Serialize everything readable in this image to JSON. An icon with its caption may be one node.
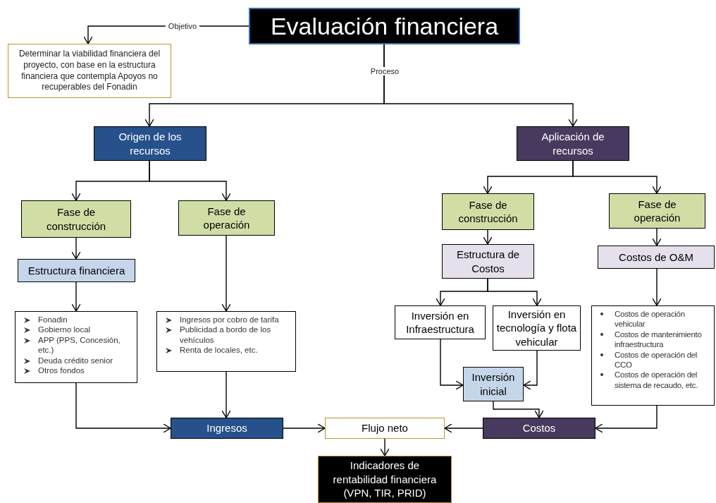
{
  "diagram": {
    "nodes": [
      {
        "text": [
          "Evaluación financiera"
        ]
      },
      {
        "text": [
          "Determinar la viabilidad financiera del proyecto, con base en la estructura financiera que contempla Apoyos no recuperables del Fonadin"
        ]
      },
      {
        "text": [
          "Origen de los recursos"
        ]
      },
      {
        "text": [
          "Aplicación de recursos"
        ]
      },
      {
        "text": [
          "Fase de construcción"
        ]
      },
      {
        "text": [
          "Fase de operación"
        ]
      },
      {
        "text": [
          "Estructura financiera"
        ]
      },
      {
        "text": [
          "Fonadin",
          "Gobierno local",
          "APP (PPS, Concesión, etc.)",
          "Deuda crédito senior",
          "Otros fondos"
        ]
      },
      {
        "text": [
          "Ingresos por cobro de tarifa",
          "Publicidad a bordo de los vehículos",
          "Renta de locales, etc."
        ]
      },
      {
        "text": [
          "Fase de construcción"
        ]
      },
      {
        "text": [
          "Fase de operación"
        ]
      },
      {
        "text": [
          "Estructura de Costos"
        ]
      },
      {
        "text": [
          "Costos de O&M"
        ]
      },
      {
        "text": [
          "Inversión en Infraestructura"
        ]
      },
      {
        "text": [
          "Inversión en tecnología y flota vehicular"
        ]
      },
      {
        "text": [
          "Inversión inicial"
        ]
      },
      {
        "text": [
          "Costos de operación vehicular",
          "Costos de mantenimiento infraestructura",
          "Costos de operación del CCO",
          "Costos de operación del sistema de recaudo, etc."
        ]
      },
      {
        "text": [
          "Ingresos"
        ]
      },
      {
        "text": [
          "Flujo neto"
        ]
      },
      {
        "text": [
          "Costos"
        ]
      },
      {
        "text": [
          "Indicadores de rentabilidad financiera (VPN, TIR, PRID)"
        ]
      }
    ],
    "edges": [
      {
        "from": 0,
        "to": 1,
        "arrow": "to",
        "label": "Objetivo"
      },
      {
        "from": 0,
        "to": 2,
        "arrow": "to",
        "label": "Proceso"
      },
      {
        "from": 0,
        "to": 3,
        "arrow": "to"
      },
      {
        "from": 2,
        "to": 4,
        "arrow": "to"
      },
      {
        "from": 2,
        "to": 5,
        "arrow": "to"
      },
      {
        "from": 3,
        "to": 9,
        "arrow": "to"
      },
      {
        "from": 3,
        "to": 10,
        "arrow": "to"
      },
      {
        "from": 4,
        "to": 6,
        "arrow": "to"
      },
      {
        "from": 6,
        "to": 7,
        "arrow": "to"
      },
      {
        "from": 5,
        "to": 8,
        "arrow": "to"
      },
      {
        "from": 9,
        "to": 11,
        "arrow": "to"
      },
      {
        "from": 11,
        "to": 13,
        "arrow": "to"
      },
      {
        "from": 11,
        "to": 14,
        "arrow": "to"
      },
      {
        "from": 13,
        "to": 15,
        "arrow": "to"
      },
      {
        "from": 14,
        "to": 15,
        "arrow": "to"
      },
      {
        "from": 10,
        "to": 12,
        "arrow": "to"
      },
      {
        "from": 12,
        "to": 16,
        "arrow": "to"
      },
      {
        "from": 7,
        "to": 17,
        "arrow": "to"
      },
      {
        "from": 8,
        "to": 17,
        "arrow": "to"
      },
      {
        "from": 17,
        "to": 18,
        "arrow": "to"
      },
      {
        "from": 19,
        "to": 18,
        "arrow": "to"
      },
      {
        "from": 15,
        "to": 19,
        "arrow": "to"
      },
      {
        "from": 16,
        "to": 19,
        "arrow": "to"
      },
      {
        "from": 18,
        "to": 20,
        "arrow": "to"
      }
    ]
  }
}
